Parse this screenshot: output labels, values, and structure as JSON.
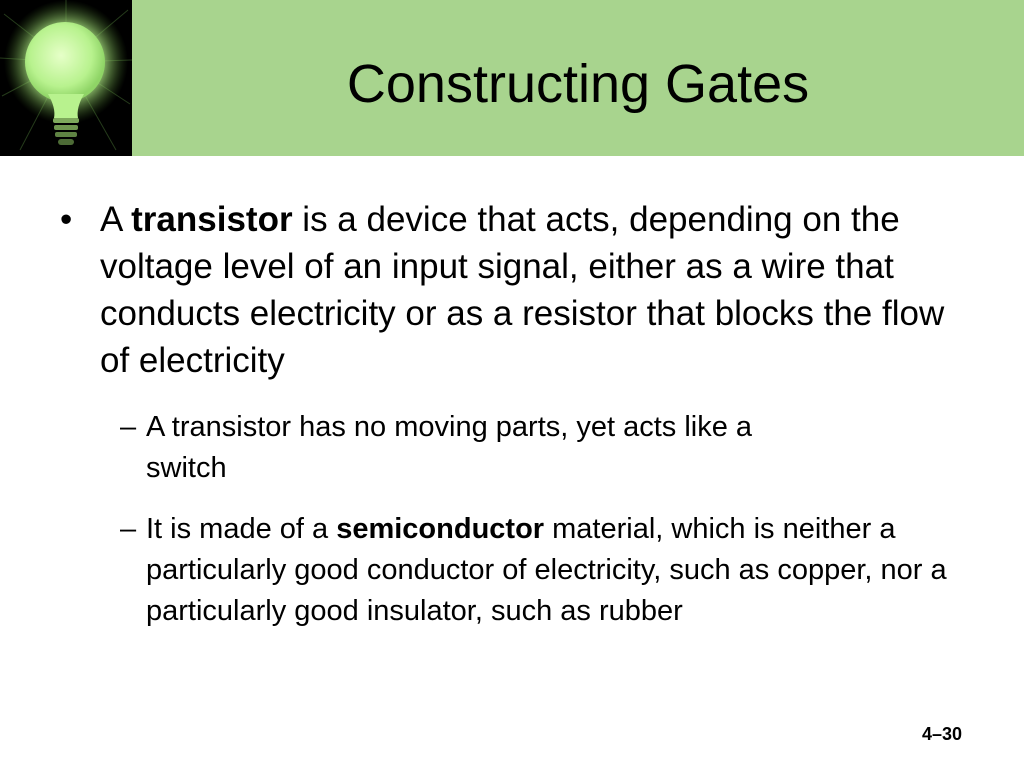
{
  "slide": {
    "title": "Constructing Gates",
    "bullet1": {
      "marker": "•",
      "pre": "A ",
      "term": "transistor",
      "post": " is a device that acts, depending on the voltage level of an input signal, either as a wire that conducts electricity or as a resistor that blocks the flow of electricity"
    },
    "sub1": {
      "marker": "–",
      "text": "A transistor has no moving parts, yet acts like a switch"
    },
    "sub2": {
      "marker": "–",
      "pre": "It is made of a ",
      "term": "semiconductor",
      "post": " material, which is neither a particularly good conductor of electricity, such as copper, nor a particularly good insulator, such as rubber"
    },
    "page_number": "4–30"
  },
  "colors": {
    "header_band": "#a8d48e",
    "logo_background": "#000000",
    "bulb_glow": "#b6f08c"
  },
  "icons": {
    "logo": "glowing-light-bulb-icon"
  }
}
